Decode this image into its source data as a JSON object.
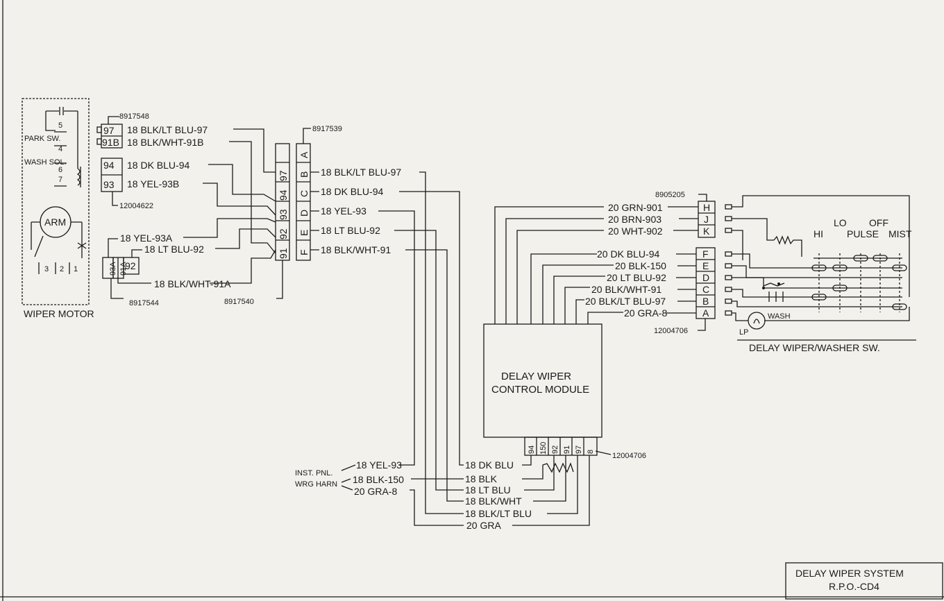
{
  "wiper_motor": {
    "title": "WIPER MOTOR",
    "park_sw": "PARK SW.",
    "wash_sol": "WASH SOL.",
    "arm": "ARM",
    "terminals": [
      "5",
      "4",
      "6",
      "7",
      "3",
      "2",
      "1"
    ]
  },
  "motor_connectors": {
    "upper_part": "8917548",
    "lower_part": "12004622",
    "upper_pins": [
      "97",
      "91B"
    ],
    "lower_pins": [
      "94",
      "93"
    ],
    "small_part": "8917544",
    "small_pins": [
      "93A",
      "91A",
      "92"
    ]
  },
  "motor_wires": [
    "18 BLK/LT BLU-97",
    "18 BLK/WHT-91B",
    "18 DK BLU-94",
    "18 YEL-93B",
    "18 YEL-93A",
    "18 LT BLU-92",
    "18 BLK/WHT-91A"
  ],
  "inline_connector": {
    "left_part": "8917540",
    "left_pins": [
      "97",
      "94",
      "93",
      "92",
      "91"
    ],
    "right_part": "8917539",
    "right_pins": [
      "A",
      "B",
      "C",
      "D",
      "E",
      "F"
    ]
  },
  "harness_wires": [
    "18 BLK/LT BLU-97",
    "18 DK BLU-94",
    "18 YEL-93",
    "18 LT BLU-92",
    "18 BLK/WHT-91"
  ],
  "module": {
    "title_line1": "DELAY WIPER",
    "title_line2": "CONTROL MODULE",
    "connector_part": "12004706",
    "pins": [
      "94",
      "150",
      "92",
      "91",
      "97",
      "8"
    ]
  },
  "module_wires": [
    "18 DK BLU",
    "18 BLK",
    "18 LT BLU",
    "18 BLK/WHT",
    "18 BLK/LT BLU",
    "20 GRA"
  ],
  "inst_panel": {
    "label1": "INST. PNL.",
    "label2": "WRG HARN",
    "wires": [
      "18 YEL-93",
      "18 BLK-150",
      "20 GRA-8"
    ]
  },
  "switch": {
    "title": "DELAY WIPER/WASHER SW.",
    "upper_part": "8905205",
    "lower_part": "12004706",
    "upper_pins": [
      "H",
      "J",
      "K"
    ],
    "lower_pins": [
      "F",
      "E",
      "D",
      "C",
      "B",
      "A"
    ],
    "upper_wires": [
      "20 GRN-901",
      "20 BRN-903",
      "20 WHT-902"
    ],
    "lower_wires": [
      "20 DK BLU-94",
      "20 BLK-150",
      "20 LT BLU-92",
      "20 BLK/WHT-91",
      "20 BLK/LT BLU-97",
      "20 GRA-8"
    ],
    "positions": [
      "HI",
      "LO",
      "PULSE",
      "OFF",
      "MIST"
    ],
    "lamp": "LP",
    "wash": "WASH"
  },
  "title_block": {
    "line1": "DELAY WIPER SYSTEM",
    "line2": "R.P.O.-CD4"
  }
}
